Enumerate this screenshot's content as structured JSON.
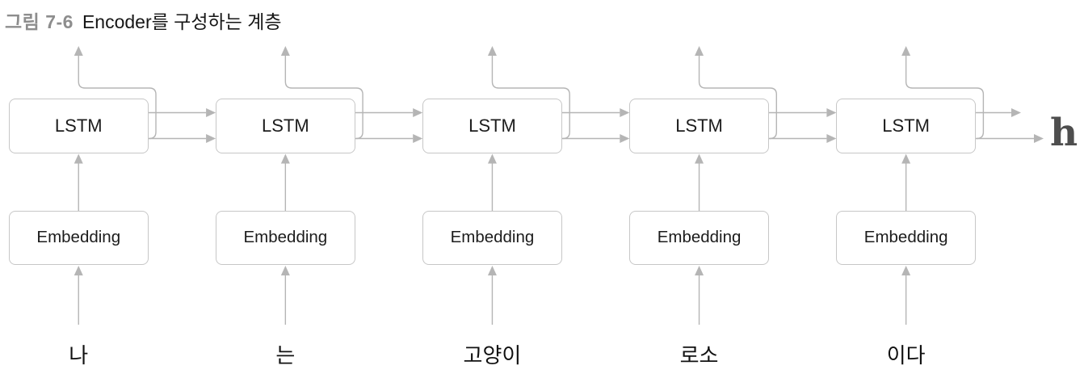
{
  "caption": {
    "figure_label": "그림 7-6",
    "title": "Encoder를 구성하는 계층"
  },
  "diagram": {
    "lstm_label": "LSTM",
    "embedding_label": "Embedding",
    "input_tokens": [
      "나",
      "는",
      "고양이",
      "로소",
      "이다"
    ],
    "output_label": "h"
  },
  "colors": {
    "wire": "#b5b5b5",
    "box_border": "#c7c7c7",
    "caption_label": "#8d8d8d",
    "box_text": "#1c1c1c",
    "token_text": "#111111",
    "output_label": "#4e4e4e"
  }
}
